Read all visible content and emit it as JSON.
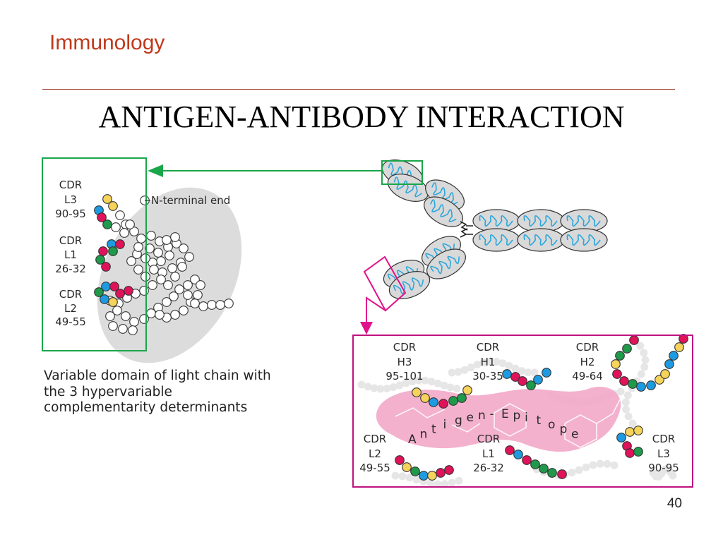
{
  "header": {
    "title": "Immunology"
  },
  "slide": {
    "title": "ANTIGEN-ANTIBODY INTERACTION",
    "page_number": "40"
  },
  "light_chain": {
    "caption": "Variable domain of light chain with the 3 hypervariable complementarity determinants",
    "n_terminal_label": "N-terminal end",
    "cdr_labels": [
      {
        "name": "CDR",
        "chain": "L3",
        "range": "90-95"
      },
      {
        "name": "CDR",
        "chain": "L1",
        "range": "26-32"
      },
      {
        "name": "CDR",
        "chain": "L2",
        "range": "49-55"
      }
    ]
  },
  "binding_site": {
    "epitope_label": "Antigen-Epitope",
    "cdr_labels": [
      {
        "name": "CDR",
        "chain": "H3",
        "range": "95-101"
      },
      {
        "name": "CDR",
        "chain": "H1",
        "range": "30-35"
      },
      {
        "name": "CDR",
        "chain": "H2",
        "range": "49-64"
      },
      {
        "name": "CDR",
        "chain": "L2",
        "range": "49-55"
      },
      {
        "name": "CDR",
        "chain": "L1",
        "range": "26-32"
      },
      {
        "name": "CDR",
        "chain": "L3",
        "range": "90-95"
      }
    ]
  },
  "colors": {
    "header": "#c0391b",
    "green_arrow": "#1aa64a",
    "magenta_arrow": "#e0138c",
    "domain_ellipse": "#dcdcdc",
    "loop_blue": "#2aa6dc",
    "epitope_pink": "#f2a8c8",
    "residue_colors": [
      "#e0135a",
      "#1f9a4a",
      "#1e9be0",
      "#f6d35b"
    ]
  }
}
